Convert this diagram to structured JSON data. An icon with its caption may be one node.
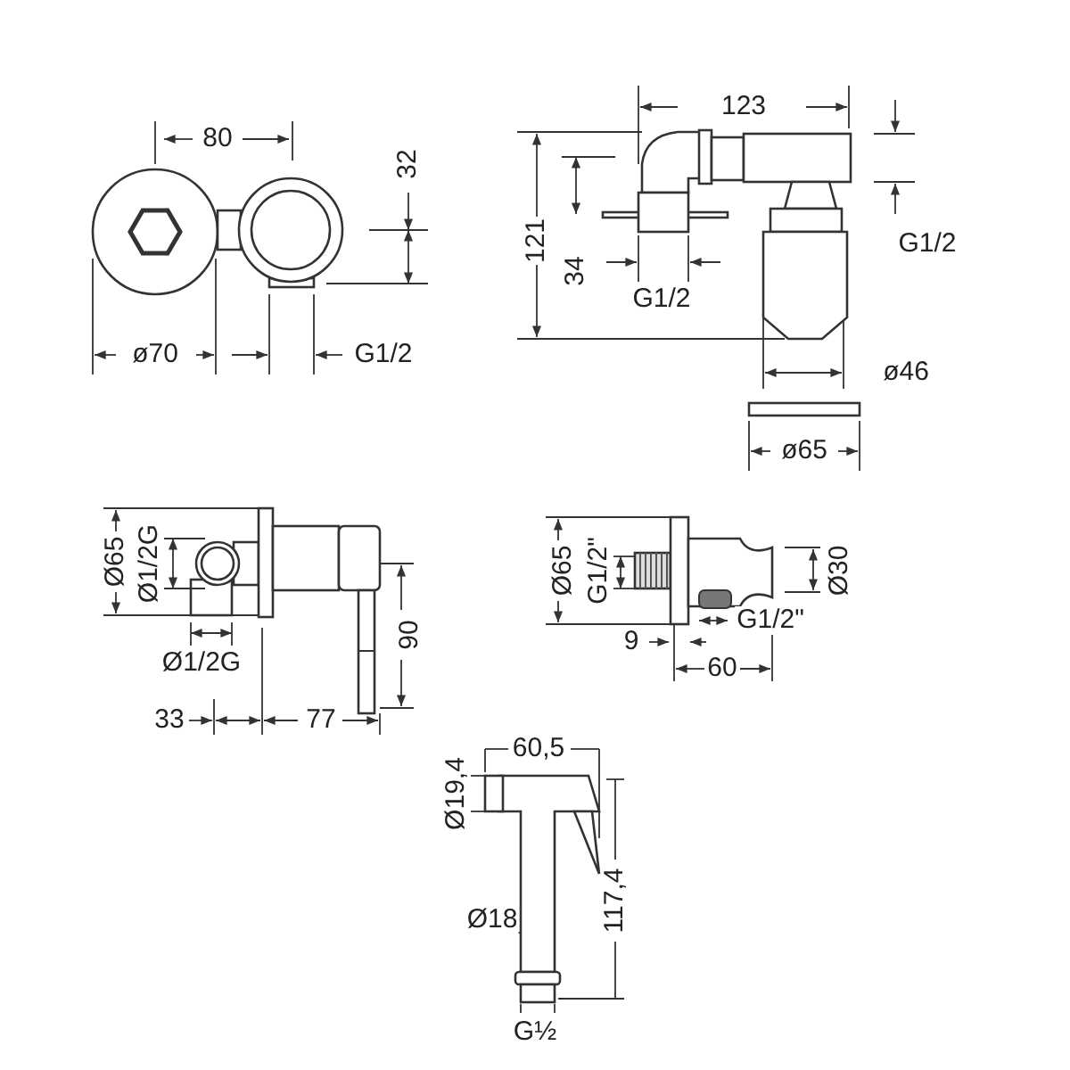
{
  "diagram": {
    "labels": [
      "80",
      "32",
      "ø70",
      "G1/2",
      "123",
      "121",
      "34",
      "G1/2",
      "G1/2",
      "ø46",
      "ø65",
      "Ø65",
      "Ø1/2G",
      "Ø1/2G",
      "90",
      "33",
      "77",
      "Ø65",
      "G1/2\"",
      "Ø30",
      "G1/2\"",
      "9",
      "60",
      "60,5",
      "Ø19,4",
      "Ø18",
      "117,4",
      "G½"
    ]
  }
}
